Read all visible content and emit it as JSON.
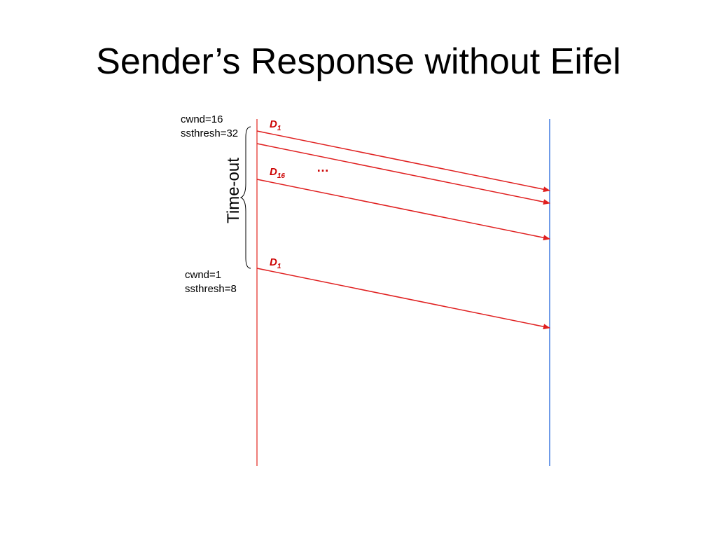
{
  "title": "Sender’s Response without Eifel",
  "sender_state_before": {
    "cwnd": "cwnd=16",
    "ssthresh": "ssthresh=32"
  },
  "sender_state_after": {
    "cwnd": "cwnd=1",
    "ssthresh": "ssthresh=8"
  },
  "timeout_label": "Time-out",
  "segments": {
    "first": {
      "letter": "D",
      "index": "1"
    },
    "last": {
      "letter": "D",
      "index": "16"
    },
    "retransmit": {
      "letter": "D",
      "index": "1"
    },
    "ellipsis": "…"
  },
  "colors": {
    "sender_line": "#e8504a",
    "receiver_line": "#6f9be8",
    "segment_arrow": "#e02020",
    "segment_label": "#cc0000",
    "text": "#000000"
  }
}
